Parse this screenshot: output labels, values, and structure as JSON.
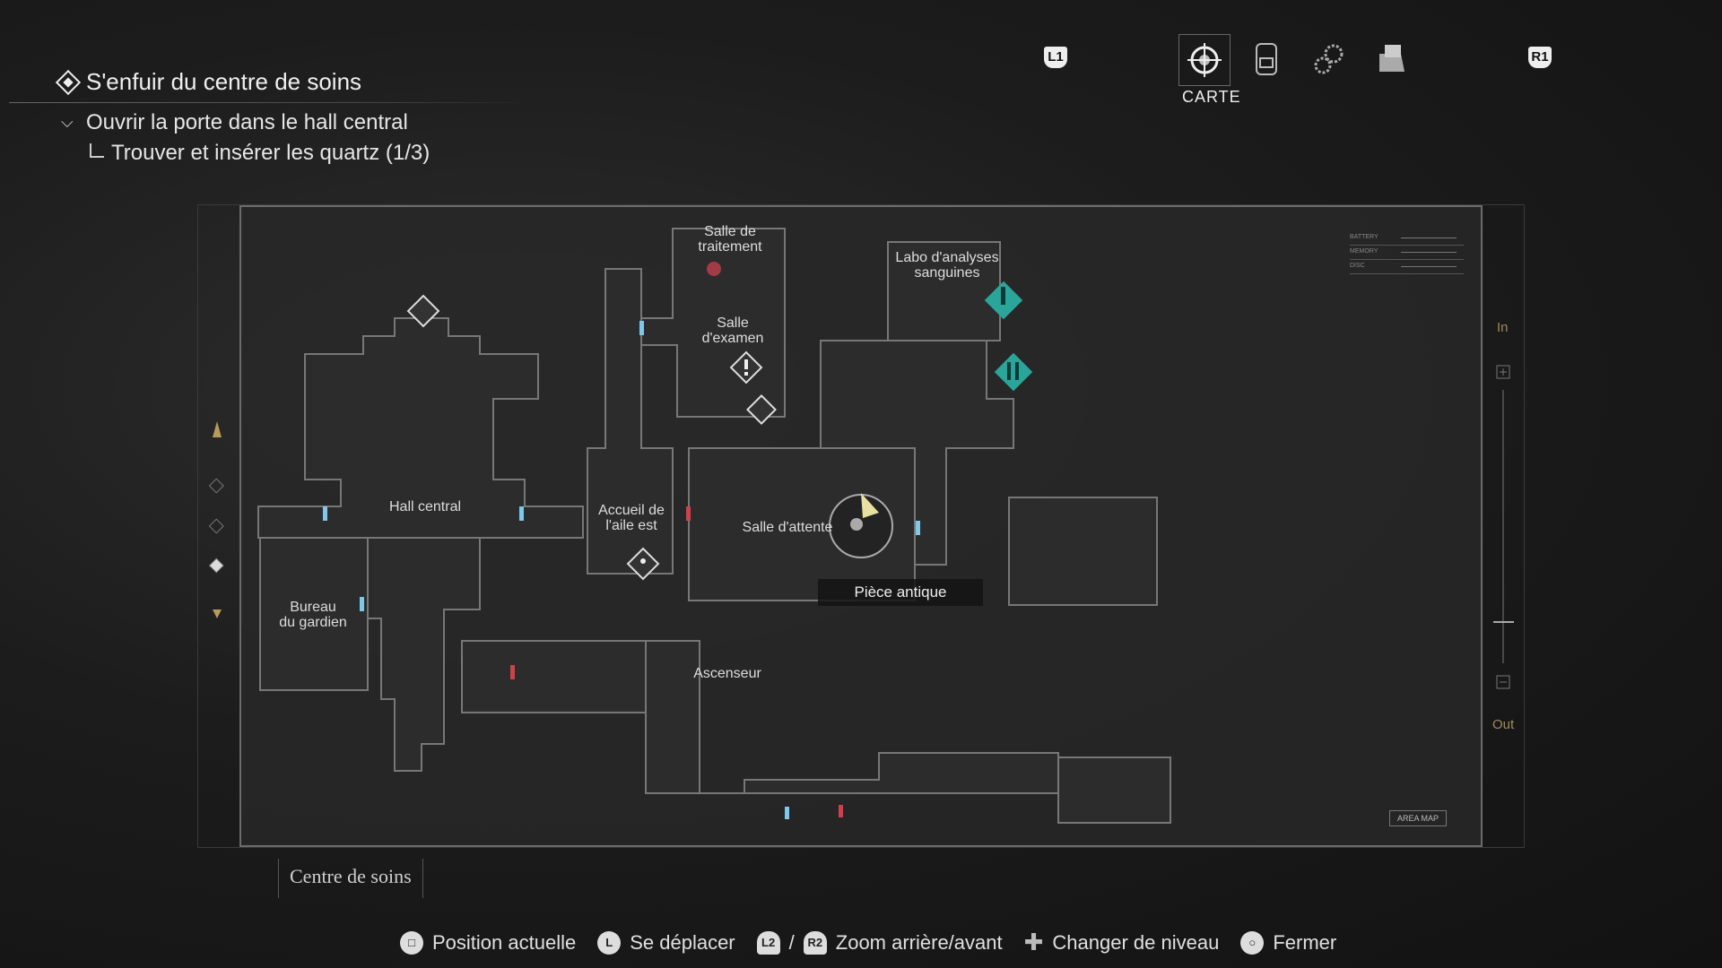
{
  "objective": {
    "title": "S'enfuir du centre de soins",
    "step": "Ouvrir la porte dans le hall central",
    "substep": "Trouver et insérer les quartz (1/3)"
  },
  "tabs": {
    "left_button": "L1",
    "right_button": "R1",
    "active_label": "CARTE",
    "items": [
      "map-icon",
      "backpack-icon",
      "gears-icon",
      "files-icon"
    ]
  },
  "map": {
    "rooms": {
      "salle_traitement": "Salle de\ntraitement",
      "labo": "Labo d'analyses\nsanguines",
      "examen": "Salle\nd'examen",
      "hall": "Hall central",
      "accueil": "Accueil de\nl'aile est",
      "attente": "Salle d'attente",
      "bureau": "Bureau\ndu gardien",
      "ascenseur": "Ascenseur"
    },
    "tooltip": "Pièce antique",
    "area_name": "Centre de soins",
    "area_map_label": "AREA MAP",
    "stats": [
      "BATTERY",
      "MEMORY",
      "DISC"
    ],
    "zoom_in": "In",
    "zoom_out": "Out",
    "colors": {
      "door_blue": "#7fc8e8",
      "door_red": "#d0404a",
      "marker_teal": "#2aa59a"
    }
  },
  "hints": [
    {
      "button": "□",
      "label": "Position actuelle"
    },
    {
      "button": "L",
      "label": "Se déplacer"
    },
    {
      "button": "L2",
      "sep": "/",
      "button2": "R2",
      "label": "Zoom arrière/avant"
    },
    {
      "button": "✚",
      "label": "Changer de niveau"
    },
    {
      "button": "○",
      "label": "Fermer"
    }
  ]
}
